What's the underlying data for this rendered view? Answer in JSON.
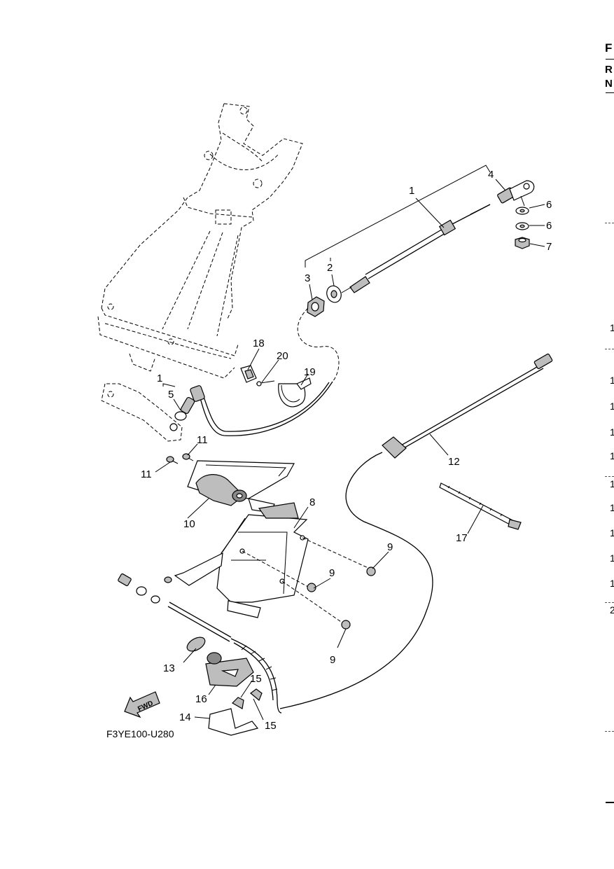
{
  "diagram_code": "F3YE100-U280",
  "fwd_label": "FWD",
  "callouts": [
    {
      "id": "c1a",
      "text": "1"
    },
    {
      "id": "c1b",
      "text": "1"
    },
    {
      "id": "c2",
      "text": "2"
    },
    {
      "id": "c3",
      "text": "3"
    },
    {
      "id": "c4",
      "text": "4"
    },
    {
      "id": "c5",
      "text": "5"
    },
    {
      "id": "c6a",
      "text": "6"
    },
    {
      "id": "c6b",
      "text": "6"
    },
    {
      "id": "c7",
      "text": "7"
    },
    {
      "id": "c8",
      "text": "8"
    },
    {
      "id": "c9a",
      "text": "9"
    },
    {
      "id": "c9b",
      "text": "9"
    },
    {
      "id": "c9c",
      "text": "9"
    },
    {
      "id": "c10",
      "text": "10"
    },
    {
      "id": "c11a",
      "text": "11"
    },
    {
      "id": "c11b",
      "text": "11"
    },
    {
      "id": "c12",
      "text": "12"
    },
    {
      "id": "c13",
      "text": "13"
    },
    {
      "id": "c14",
      "text": "14"
    },
    {
      "id": "c15a",
      "text": "15"
    },
    {
      "id": "c15b",
      "text": "15"
    },
    {
      "id": "c16",
      "text": "16"
    },
    {
      "id": "c17",
      "text": "17"
    },
    {
      "id": "c18",
      "text": "18"
    },
    {
      "id": "c19",
      "text": "19"
    },
    {
      "id": "c20",
      "text": "20"
    }
  ],
  "right_edge": {
    "header": [
      "F",
      "R",
      "N"
    ],
    "numbers": [
      "1",
      "1",
      "1",
      "1",
      "1",
      "1",
      "1",
      "1",
      "1",
      "1",
      "2"
    ]
  }
}
